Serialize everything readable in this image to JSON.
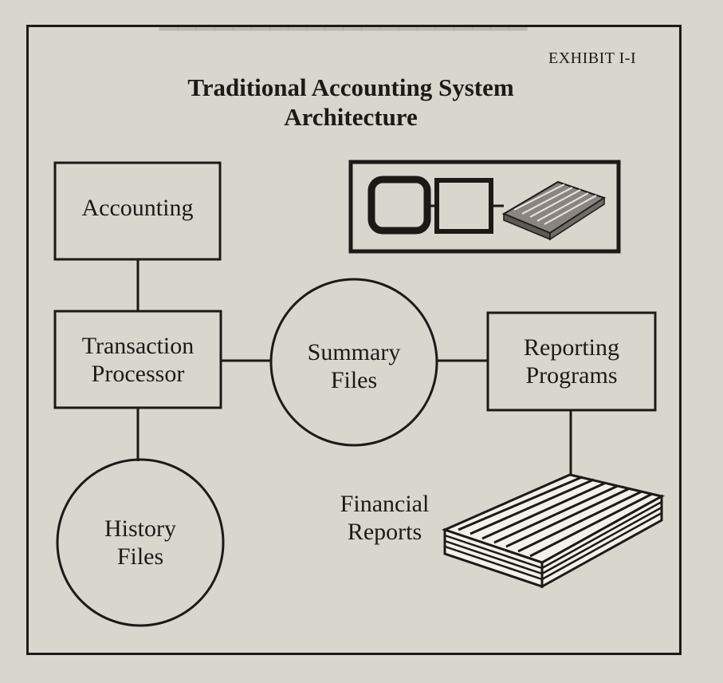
{
  "exhibit_label": "EXHIBIT I-I",
  "title": {
    "line1": "Traditional Accounting System",
    "line2": "Architecture"
  },
  "nodes": {
    "accounting": "Accounting",
    "transaction_processor": [
      "Transaction",
      "Processor"
    ],
    "summary_files": [
      "Summary",
      "Files"
    ],
    "reporting_programs": [
      "Reporting",
      "Programs"
    ],
    "history_files": [
      "History",
      "Files"
    ],
    "financial_reports": [
      "Financial",
      "Reports"
    ]
  },
  "colors": {
    "background": "#d9d6cd",
    "ink": "#1c1a17",
    "icon_fill": "#8a8580"
  },
  "icons": {
    "legend_terminal": "terminal-icon",
    "legend_box": "box-icon",
    "legend_report": "report-stack-icon",
    "reports": "report-stack-icon"
  }
}
